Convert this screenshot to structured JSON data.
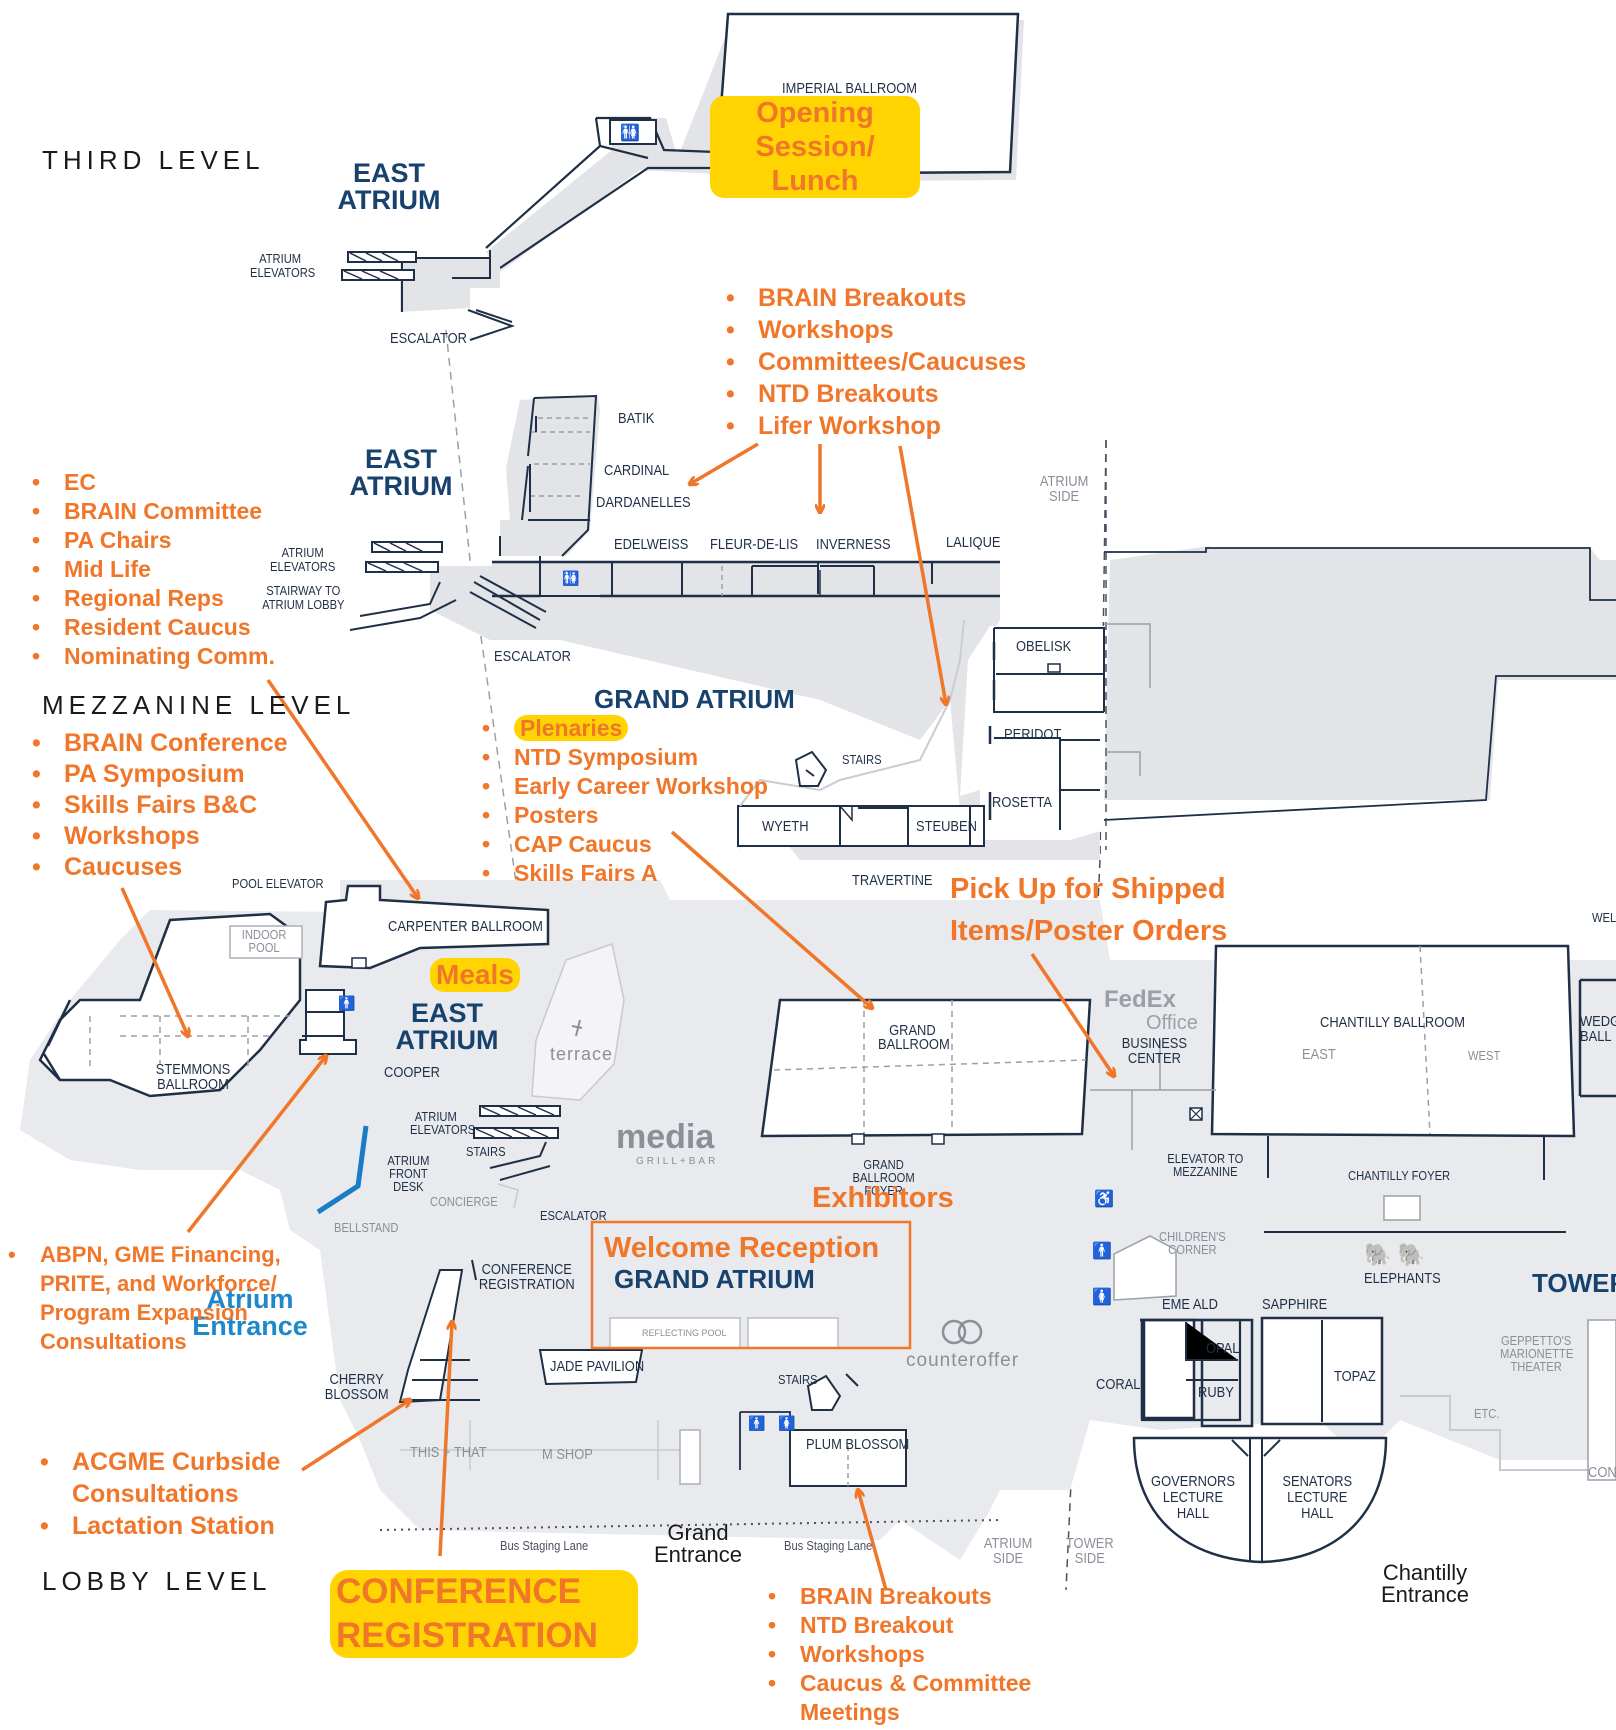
{
  "levels": {
    "third": "THIRD LEVEL",
    "mezzanine": "MEZZANINE LEVEL",
    "lobby": "LOBBY LEVEL"
  },
  "atrium_headings": {
    "east_atrium": "EAST ATRIUM",
    "grand_atrium": "GRAND ATRIUM",
    "grand_atrium_lobby": "GRAND ATRIUM",
    "atrium_entrance": "Atrium Entrance",
    "tower": "TOWER"
  },
  "rooms": {
    "imperial_ballroom": "IMPERIAL BALLROOM",
    "atrium_elevators": "ATRIUM ELEVATORS",
    "escalator": "ESCALATOR",
    "batik": "BATIK",
    "cardinal": "CARDINAL",
    "dardanelles": "DARDANELLES",
    "edelweiss": "EDELWEISS",
    "fleur_de_lis": "FLEUR-DE-LIS",
    "inverness": "INVERNESS",
    "lalique": "LALIQUE",
    "atrium_side": "ATRIUM SIDE",
    "stairway": "STAIRWAY TO ATRIUM LOBBY",
    "obelisk": "OBELISK",
    "peridot": "PERIDOT",
    "rosetta": "ROSETTA",
    "stairs": "STAIRS",
    "wyeth": "WYETH",
    "steuben": "STEUBEN",
    "travertine": "TRAVERTINE",
    "pool_elevator": "POOL ELEVATOR",
    "indoor_pool": "INDOOR POOL",
    "carpenter_ballroom": "CARPENTER BALLROOM",
    "stemmons_ballroom": "STEMMONS BALLROOM",
    "cooper": "COOPER",
    "atrium_front_desk": "ATRIUM FRONT DESK",
    "concierge": "CONCIERGE",
    "bellstand": "BELLSTAND",
    "grand_ballroom": "GRAND BALLROOM",
    "grand_ballroom_foyer": "GRAND BALLROOM FOYER",
    "business_center": "BUSINESS CENTER",
    "chantilly_ballroom": "CHANTILLY   BALLROOM",
    "east": "EAST",
    "west": "WEST",
    "elevator_to_mezzanine": "ELEVATOR TO MEZZANINE",
    "chantilly_foyer": "CHANTILLY FOYER",
    "childrens_corner": "CHILDREN'S CORNER",
    "elephants": "ELEPHANTS",
    "emerald": "EME   ALD",
    "sapphire": "SAPPHIRE",
    "opal": "OPAL",
    "ruby": "RUBY",
    "coral": "CORAL",
    "topaz": "TOPAZ",
    "governors": "GOVERNORS LECTURE HALL",
    "senators": "SENATORS LECTURE HALL",
    "conference_registration": "CONFERENCE REGISTRATION",
    "reflecting_pool": "REFLECTING POOL",
    "jade_pavilion": "JADE PAVILION",
    "cherry_blossom": "CHERRY BLOSSOM",
    "this_that": "THIS + THAT",
    "m_shop": "M SHOP",
    "plum_blossom": "PLUM BLOSSOM",
    "bus_lane": "Bus Staging Lane",
    "grand_entrance": "Grand Entrance",
    "tower_side": "TOWER SIDE",
    "chantilly_entrance": "Chantilly Entrance",
    "geppettos": "GEPPETTO'S MARIONETTE THEATER",
    "etc": "ETC.",
    "wedgwood": "WEDG BALL",
    "wel": "WEL",
    "terrace": "terrace",
    "media": "media",
    "media_sub": "GRILL+BAR",
    "counteroffer": "counteroffer",
    "fedex": "FedEx",
    "fedex_office": "Office",
    "con": "CON"
  },
  "callouts": {
    "opening_session": "Opening Session/ Lunch",
    "third_level_list": [
      "BRAIN Breakouts",
      "Workshops",
      "Committees/Caucuses",
      "NTD Breakouts",
      "Lifer Workshop"
    ],
    "mezz_left_list": [
      "EC",
      "BRAIN Committee",
      "PA Chairs",
      "Mid Life",
      "Regional Reps",
      "Resident Caucus",
      "Nominating Comm."
    ],
    "stemmons_list": [
      "BRAIN Conference",
      "PA Symposium",
      "Skills Fairs B&C",
      "Workshops",
      "Caucuses"
    ],
    "plenaries": "Plenaries",
    "grand_atrium_list": [
      "NTD Symposium",
      "Early Career Workshop",
      "Posters",
      "CAP Caucus",
      "Skills Fairs A"
    ],
    "pickup": "Pick Up for Shipped Items/Poster Orders",
    "meals": "Meals",
    "exhibitors": "Exhibitors",
    "welcome_reception": "Welcome Reception",
    "abpn_list": [
      "ABPN, GME Financing, PRITE, and Workforce/ Program Expansion Consultations"
    ],
    "acgme_list": [
      "ACGME Curbside Consultations",
      "Lactation Station"
    ],
    "conference_registration": "CONFERENCE REGISTRATION",
    "plum_list": [
      "BRAIN Breakouts",
      "NTD Breakout",
      "Workshops",
      "Caucus & Committee Meetings"
    ]
  },
  "colors": {
    "outline": "#1f2f46",
    "callout_orange": "#f0762a",
    "highlight": "#ffd400",
    "atrium_blue": "#17426e",
    "entrance_blue": "#1e88c8",
    "floor_shadow": "#e2e4e8"
  }
}
